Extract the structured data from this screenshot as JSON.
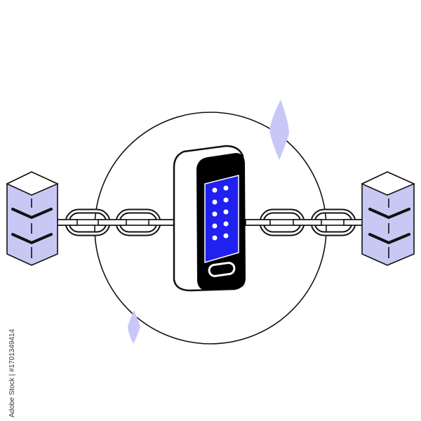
{
  "illustration": {
    "subject": "blockchain-security-device",
    "colors": {
      "stroke": "#111111",
      "block_fill": "#c8c8f4",
      "block_top": "#ffffff",
      "screen": "#2020f0",
      "device_body": "#ffffff",
      "device_face": "#000000",
      "sparkle": "#c8c8f8"
    },
    "screen_dots": {
      "columns": 2,
      "rows": 5
    }
  },
  "watermark": {
    "text": "Adobe Stock | #1701349414"
  }
}
